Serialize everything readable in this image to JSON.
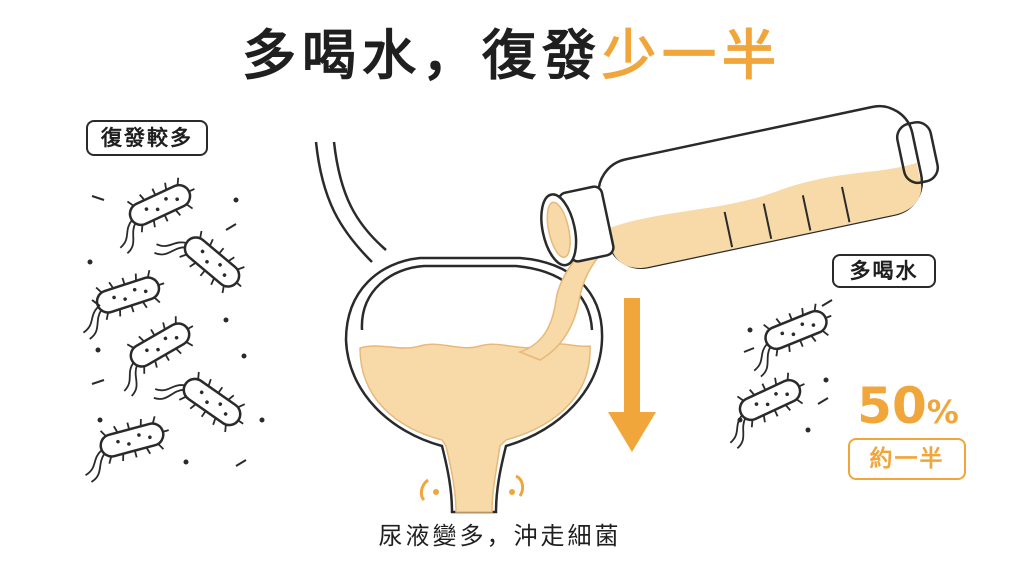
{
  "title": {
    "main": "多喝水，復發",
    "highlight": "少一半"
  },
  "labels": {
    "left_tag": "復發較多",
    "right_tag": "多喝水",
    "percent_value": "50",
    "percent_sign": "%",
    "percent_caption": "約一半",
    "bottom_caption": "尿液變多，沖走細菌"
  },
  "colors": {
    "accent": "#f0a63a",
    "ink": "#2a2a2a",
    "liquid": "#f8d9a8"
  },
  "icons": [
    "bacteria-icon",
    "bladder-icon",
    "water-bottle-icon",
    "down-arrow-icon"
  ]
}
